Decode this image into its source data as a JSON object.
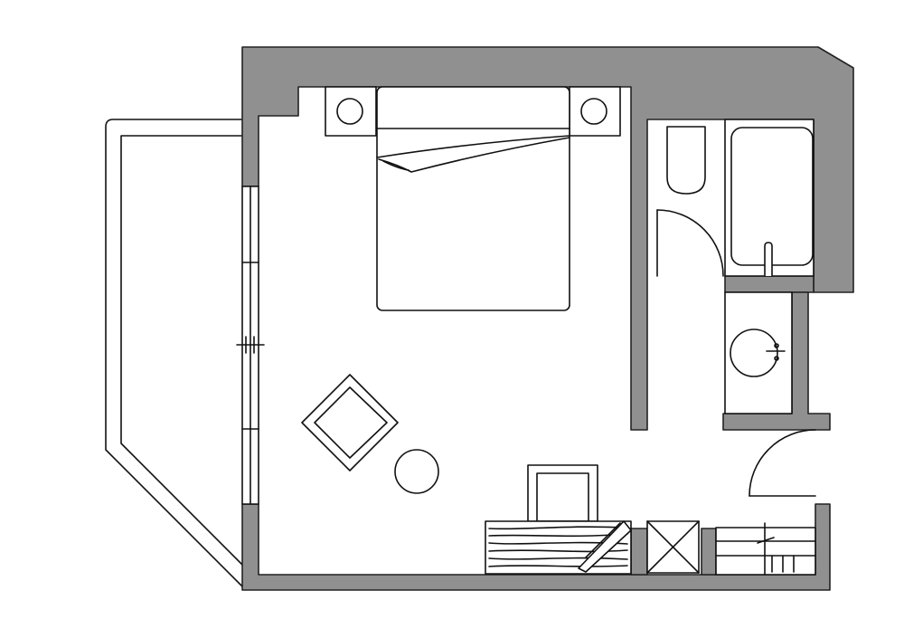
{
  "plan": {
    "wall_color": "#909090",
    "line_color": "#111111",
    "background": "#ffffff",
    "elements": [
      "balcony",
      "window-wall",
      "double-bed",
      "nightstand-left",
      "nightstand-right",
      "armchair",
      "round-table",
      "desk",
      "desk-chair",
      "luggage-rack",
      "closet",
      "toilet",
      "bathtub",
      "washbasin",
      "bathroom-door",
      "entrance-door"
    ]
  }
}
